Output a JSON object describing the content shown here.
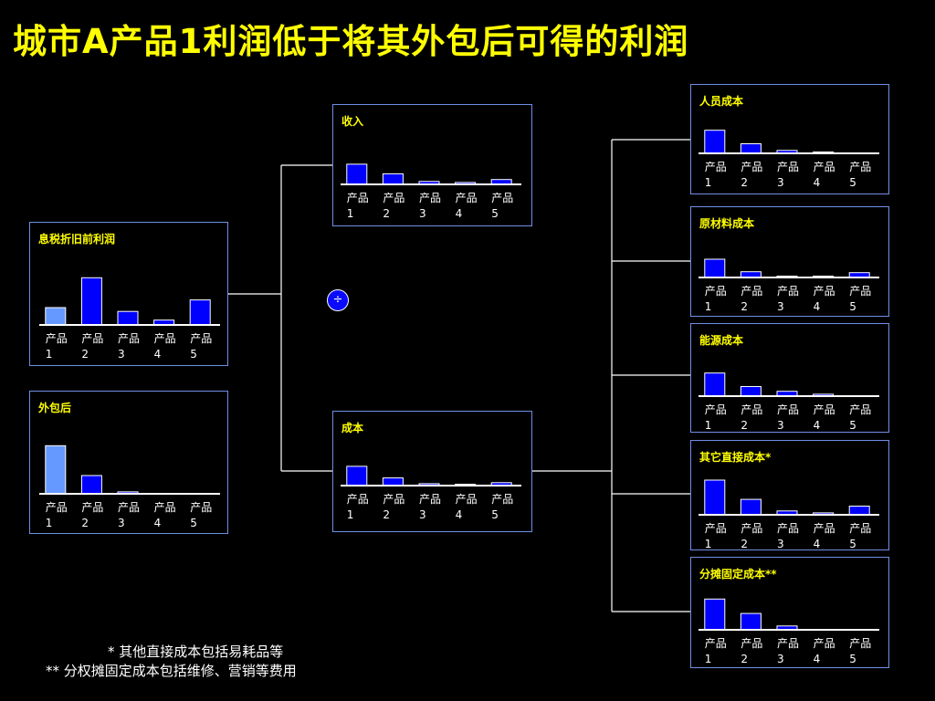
{
  "title": "城市A产品1利润低于将其外包后可得的利润",
  "divide_symbol": "÷",
  "footnotes": [
    "*  其他直接成本包括易耗品等",
    "** 分权摊固定成本包括维修、营销等费用"
  ],
  "colors": {
    "background": "#000000",
    "title": "#ffff00",
    "bar": "#0000ff",
    "bar_highlight": "#6699ff",
    "border": "#6f8fe6",
    "connector": "#ffffff"
  },
  "chart_data": [
    {
      "id": "ebitda",
      "type": "bar",
      "title": "息税折旧前利润",
      "categories": [
        "产品1",
        "产品2",
        "产品3",
        "产品4",
        "产品5"
      ],
      "values": [
        18,
        49,
        14,
        5,
        26
      ],
      "highlight": [
        0
      ]
    },
    {
      "id": "outsourced",
      "type": "bar",
      "title": "外包后",
      "categories": [
        "产品1",
        "产品2",
        "产品3",
        "产品4",
        "产品5"
      ],
      "values": [
        50,
        19,
        2,
        0,
        0
      ],
      "highlight": [
        0
      ]
    },
    {
      "id": "revenue",
      "type": "bar",
      "title": "收入",
      "categories": [
        "产品1",
        "产品2",
        "产品3",
        "产品4",
        "产品5"
      ],
      "values": [
        21,
        11,
        3,
        2,
        5
      ]
    },
    {
      "id": "cost",
      "type": "bar",
      "title": "成本",
      "categories": [
        "产品1",
        "产品2",
        "产品3",
        "产品4",
        "产品5"
      ],
      "values": [
        20,
        8,
        2,
        1,
        3
      ]
    },
    {
      "id": "personnel",
      "type": "bar",
      "title": "人员成本",
      "categories": [
        "产品1",
        "产品2",
        "产品3",
        "产品4",
        "产品5"
      ],
      "values": [
        24,
        10,
        3,
        1,
        0
      ]
    },
    {
      "id": "materials",
      "type": "bar",
      "title": "原材料成本",
      "categories": [
        "产品1",
        "产品2",
        "产品3",
        "产品4",
        "产品5"
      ],
      "values": [
        19,
        6,
        1,
        1,
        5
      ]
    },
    {
      "id": "energy",
      "type": "bar",
      "title": "能源成本",
      "categories": [
        "产品1",
        "产品2",
        "产品3",
        "产品4",
        "产品5"
      ],
      "values": [
        24,
        10,
        5,
        2,
        0
      ]
    },
    {
      "id": "other_direct",
      "type": "bar",
      "title": "其它直接成本*",
      "categories": [
        "产品1",
        "产品2",
        "产品3",
        "产品4",
        "产品5"
      ],
      "values": [
        36,
        16,
        4,
        2,
        9
      ]
    },
    {
      "id": "allocated_fixed",
      "type": "bar",
      "title": "分摊固定成本**",
      "categories": [
        "产品1",
        "产品2",
        "产品3",
        "产品4",
        "产品5"
      ],
      "values": [
        32,
        17,
        4,
        0,
        0
      ]
    }
  ]
}
